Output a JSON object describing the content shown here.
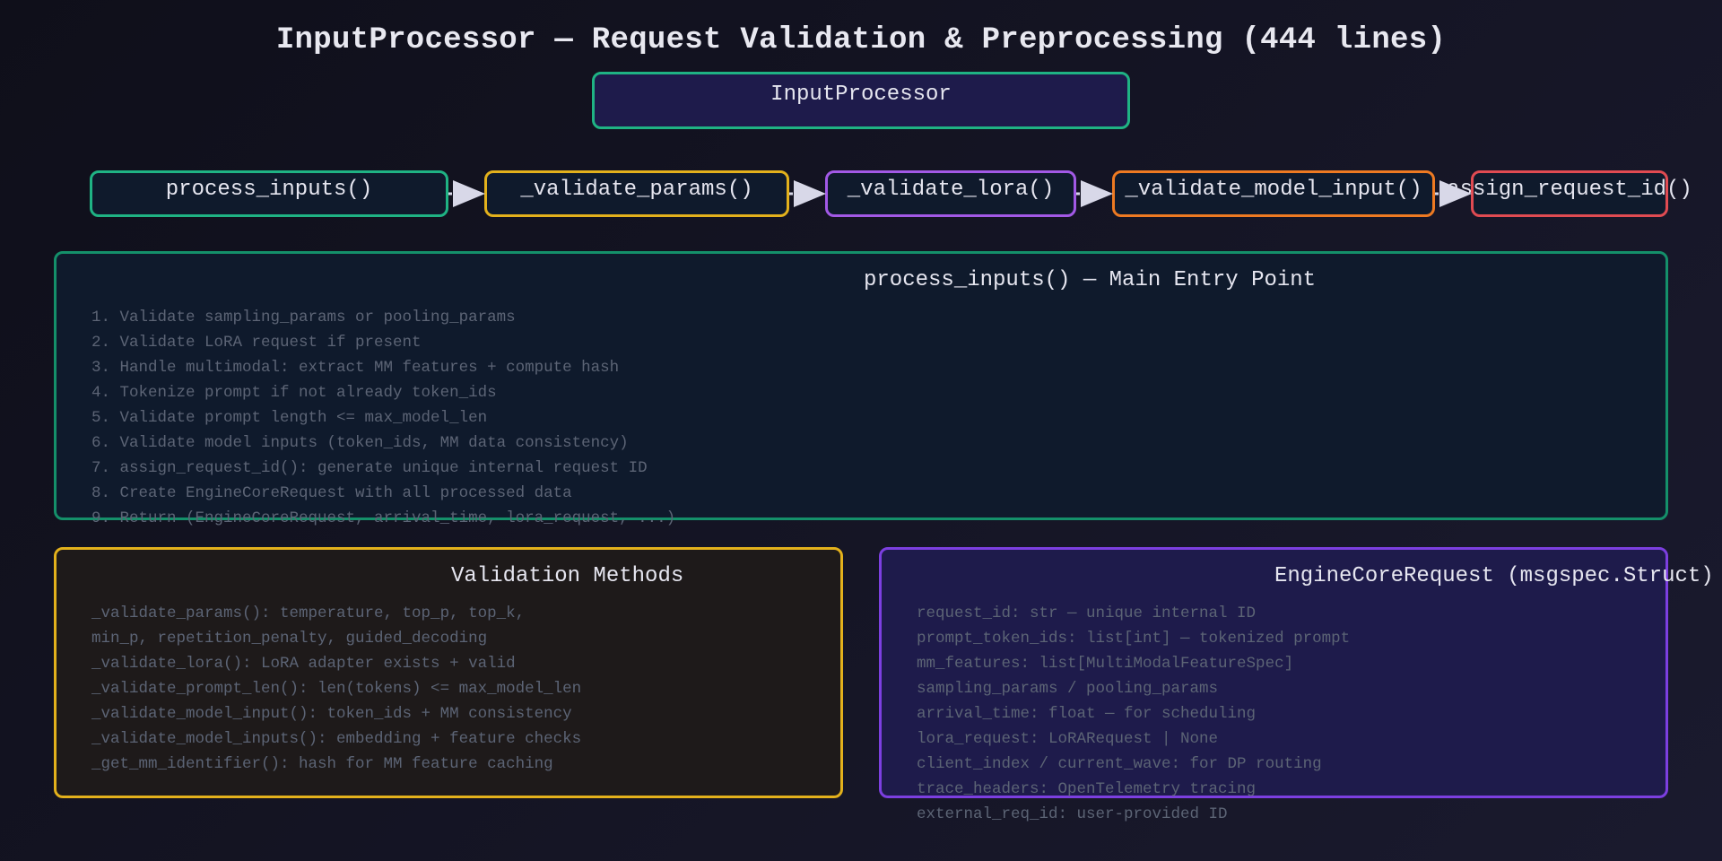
{
  "title": "InputProcessor — Request Validation & Preprocessing (444 lines)",
  "root": {
    "label": "InputProcessor"
  },
  "flow": [
    {
      "label": "process_inputs()",
      "color": "#1fb384"
    },
    {
      "label": "_validate_params()",
      "color": "#e3b11c"
    },
    {
      "label": "_validate_lora()",
      "color": "#a259e6"
    },
    {
      "label": "_validate_model_input()",
      "color": "#ee7a22"
    },
    {
      "label": "assign_request_id()",
      "color": "#e04b52"
    }
  ],
  "main_panel": {
    "title": "process_inputs() — Main Entry Point",
    "lines": [
      "1. Validate sampling_params or pooling_params",
      "2. Validate LoRA request if present",
      "3. Handle multimodal: extract MM features + compute hash",
      "4. Tokenize prompt if not already token_ids",
      "5. Validate prompt length <= max_model_len",
      "6. Validate model inputs (token_ids, MM data consistency)",
      "7. assign_request_id(): generate unique internal request ID",
      "8. Create EngineCoreRequest with all processed data",
      "9. Return (EngineCoreRequest, arrival_time, lora_request, ...)"
    ]
  },
  "validation_panel": {
    "title": "Validation Methods",
    "lines": [
      "_validate_params(): temperature, top_p, top_k,",
      "min_p, repetition_penalty, guided_decoding",
      "_validate_lora(): LoRA adapter exists + valid",
      "_validate_prompt_len(): len(tokens) <= max_model_len",
      "_validate_model_input(): token_ids + MM consistency",
      "_validate_model_inputs(): embedding + feature checks",
      "_get_mm_identifier(): hash for MM feature caching"
    ]
  },
  "request_panel": {
    "title": "EngineCoreRequest (msgspec.Struct)",
    "lines": [
      "request_id: str — unique internal ID",
      "prompt_token_ids: list[int] — tokenized prompt",
      "mm_features: list[MultiModalFeatureSpec]",
      "sampling_params / pooling_params",
      "arrival_time: float — for scheduling",
      "lora_request: LoRARequest | None",
      "client_index / current_wave: for DP routing",
      "trace_headers: OpenTelemetry tracing",
      "external_req_id: user-provided ID"
    ]
  },
  "colors": {
    "green": "#1fb384",
    "yellow": "#e3b11c",
    "purple": "#7c3fe0",
    "arrow": "#d8d8e8"
  }
}
